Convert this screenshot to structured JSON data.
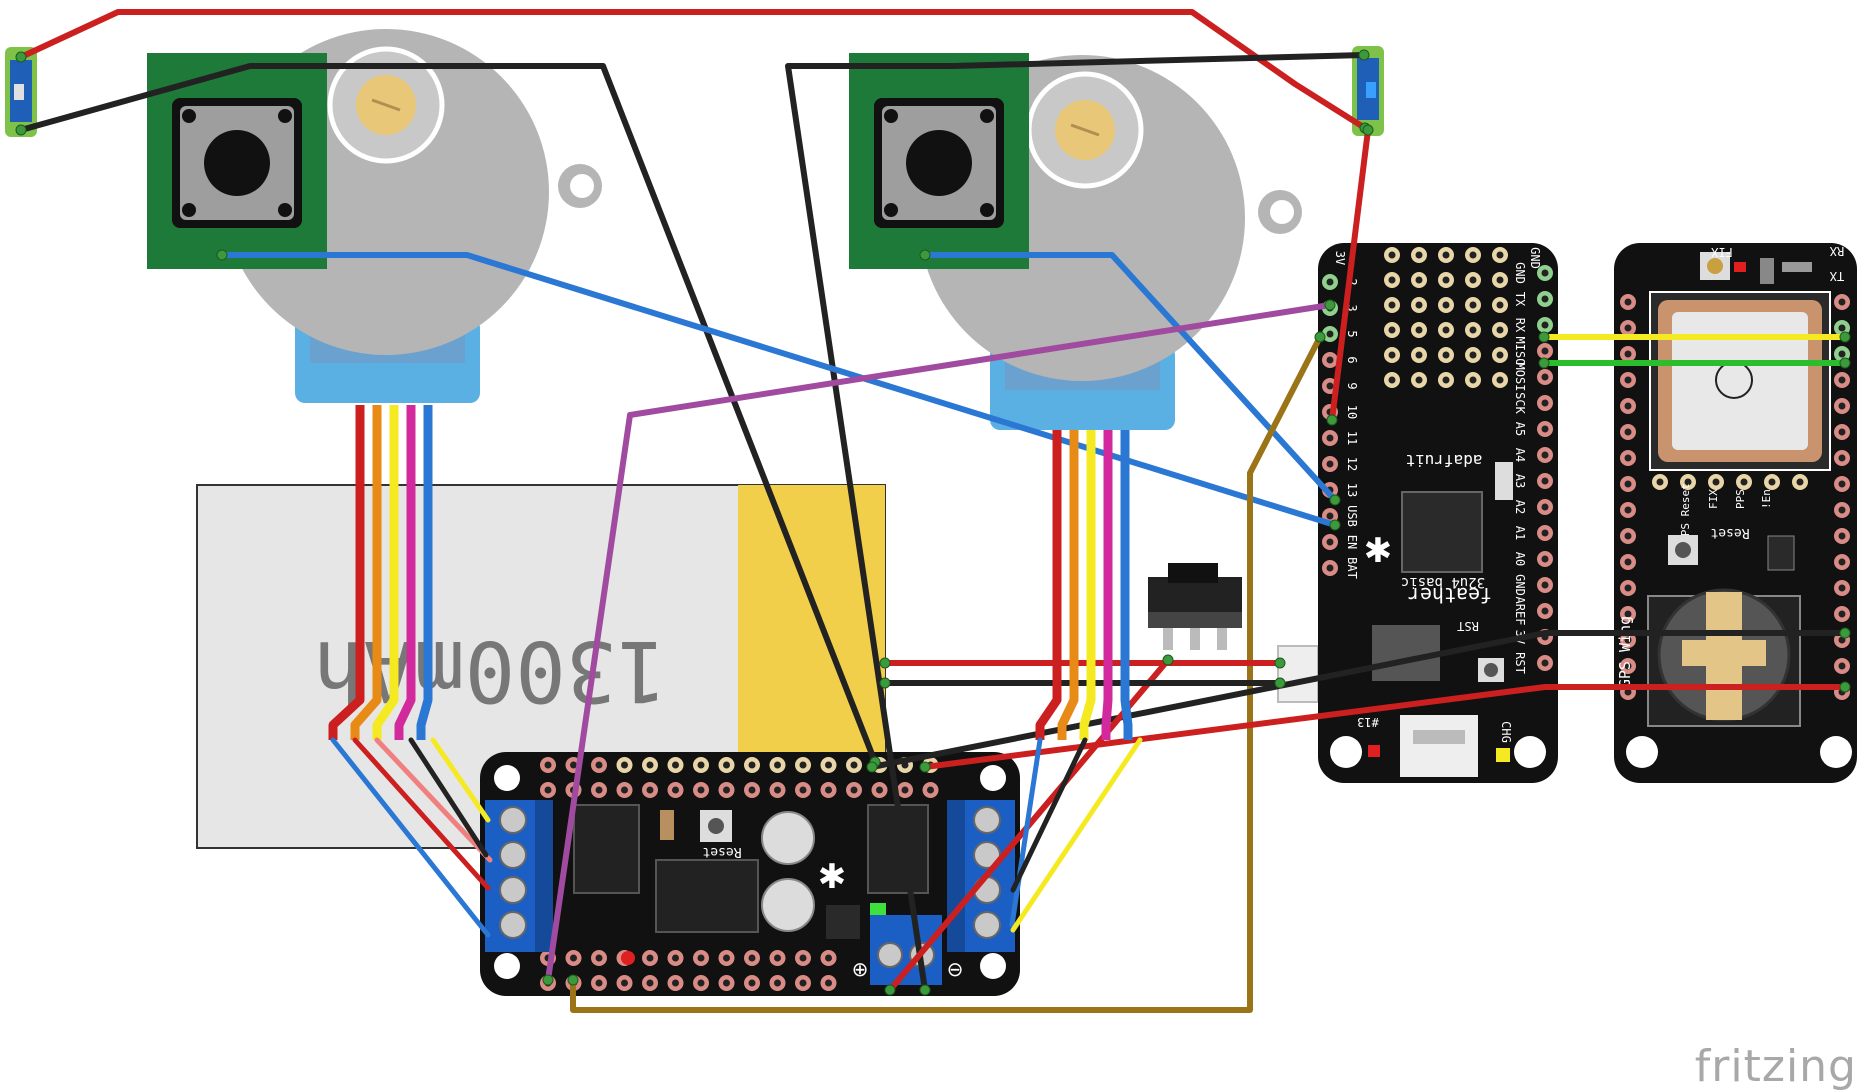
{
  "battery": {
    "capacity_label": "1300mAh"
  },
  "motor_driver": {
    "reset_label": "Reset",
    "plus_symbol": "⊕",
    "minus_symbol": "⊖"
  },
  "feather": {
    "brand_label": "adafruit",
    "name_label": "feather",
    "model_label": "32u4 basic",
    "top_pins": [
      "3V",
      "GND"
    ],
    "right_pins": [
      "GND",
      "TX",
      "RX",
      "MISO",
      "MOSI",
      "SCK",
      "A5",
      "A4",
      "A3",
      "A2",
      "A1",
      "A0",
      "GND",
      "AREF",
      "3V",
      "RST"
    ],
    "left_pins": [
      "2",
      "3",
      "5",
      "6",
      "9",
      "10",
      "11",
      "12",
      "13",
      "USB",
      "EN",
      "BAT"
    ],
    "rst_label": "RST",
    "chg_label": "CHG",
    "pin13_label": "#13"
  },
  "gps": {
    "fix_label": "FIX",
    "tx_label": "TX",
    "rx_label": "RX",
    "gps_reset_label": "GPS Reset",
    "fix2_label": "FIX",
    "pps_label": "PPS",
    "en_label": "!En",
    "reset_label": "Reset",
    "side_label": "GPS Wing"
  },
  "wires": {
    "red": "#cc1f1f",
    "black": "#222222",
    "blue": "#2a78d4",
    "purple": "#a04aa0",
    "yellow": "#f5ea22",
    "green": "#2bbd2b",
    "brown": "#9a7416",
    "orange": "#e88a16",
    "pink": "#d22a9c"
  },
  "brand": {
    "text": "fritzing"
  }
}
